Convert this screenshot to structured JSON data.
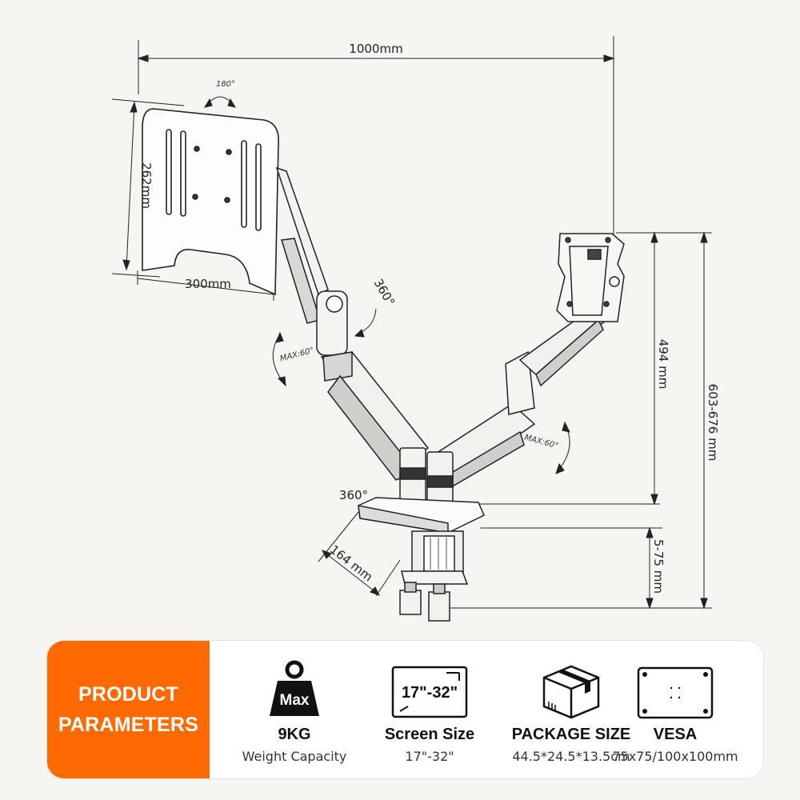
{
  "dimensions": {
    "total_width": "1000mm",
    "rotation_tilt": "180°",
    "tray_height": "262mm",
    "tray_width": "300mm",
    "swivel_top": "360°",
    "tilt_left": "MAX:60°",
    "tilt_right": "MAX:60°",
    "arm_height": "494 mm",
    "total_height": "603-676 mm",
    "base_swivel": "360°",
    "clamp_depth": "164 mm",
    "clamp_range": "5-75 mm"
  },
  "panel": {
    "title_line1": "PRODUCT",
    "title_line2": "PARAMETERS",
    "items": [
      {
        "icon": "weight-icon",
        "badge": "Max",
        "value": "9KG",
        "label": "Weight Capacity"
      },
      {
        "icon": "screen-size-icon",
        "badge": "17\"-32\"",
        "value": "Screen Size",
        "label": "17\"-32\""
      },
      {
        "icon": "package-box-icon",
        "value": "PACKAGE SIZE",
        "label": "44.5*24.5*13.5cm"
      },
      {
        "icon": "vesa-plate-icon",
        "value": "VESA",
        "label": "75x75/100x100mm"
      }
    ]
  },
  "colors": {
    "accent": "#ff6a00",
    "background": "#f6f5f1"
  }
}
